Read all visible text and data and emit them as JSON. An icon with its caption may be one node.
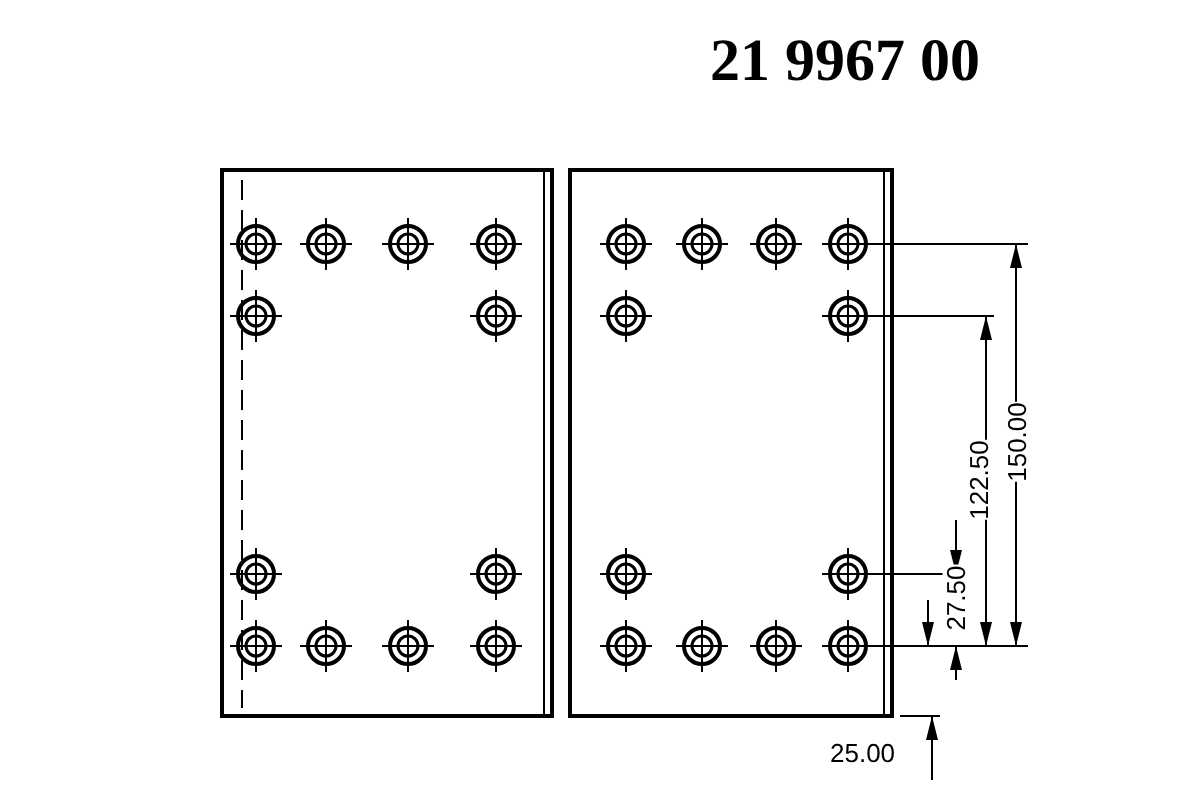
{
  "diagram": {
    "title": "21 9967 00",
    "labels": [
      "150.00",
      "122.50",
      "27.50",
      "25.00"
    ]
  }
}
